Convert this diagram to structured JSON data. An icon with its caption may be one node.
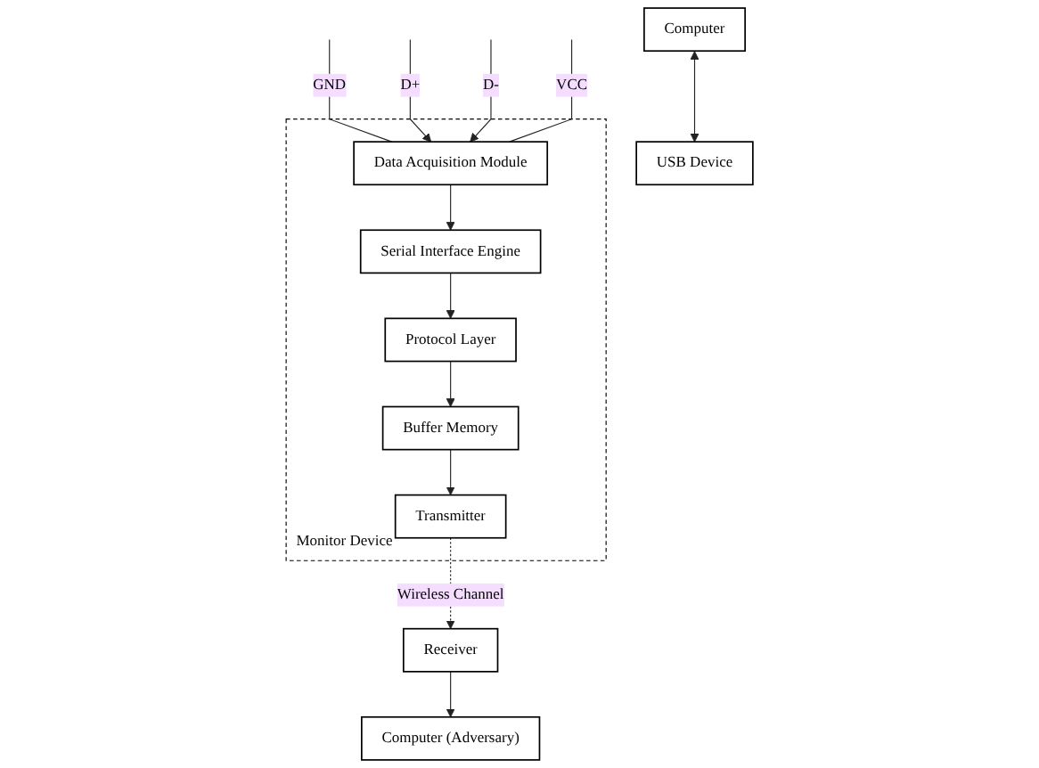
{
  "diagram": {
    "nodes": [
      {
        "text": [
          "Computer"
        ]
      },
      {
        "text": [
          "USB Device"
        ]
      },
      {
        "text": [
          "Monitor Device"
        ]
      },
      {
        "text": [
          "Data Acquisition Module"
        ],
        "in": 2
      },
      {
        "text": [
          "Serial Interface Engine"
        ],
        "in": 2
      },
      {
        "text": [
          "Protocol Layer"
        ],
        "in": 2
      },
      {
        "text": [
          "Buffer Memory"
        ],
        "in": 2
      },
      {
        "text": [
          "Transmitter"
        ],
        "in": 2
      },
      {
        "text": [
          "Receiver"
        ]
      },
      {
        "text": [
          "Computer (Adversary)"
        ]
      }
    ],
    "edges": [
      {
        "from": 0,
        "to": 1,
        "arrow": "both"
      },
      {
        "from": null,
        "to": 3,
        "arrow": "none",
        "label": "GND"
      },
      {
        "from": null,
        "to": 3,
        "arrow": "to",
        "label": "D+"
      },
      {
        "from": null,
        "to": 3,
        "arrow": "to",
        "label": "D-"
      },
      {
        "from": null,
        "to": 3,
        "arrow": "none",
        "label": "VCC"
      },
      {
        "from": 3,
        "to": 4,
        "arrow": "to"
      },
      {
        "from": 4,
        "to": 5,
        "arrow": "to"
      },
      {
        "from": 5,
        "to": 6,
        "arrow": "to"
      },
      {
        "from": 6,
        "to": 7,
        "arrow": "to"
      },
      {
        "from": 7,
        "to": 8,
        "arrow": "to",
        "style": "dashed",
        "label": "Wireless Channel"
      },
      {
        "from": 8,
        "to": 9,
        "arrow": "to"
      }
    ]
  }
}
